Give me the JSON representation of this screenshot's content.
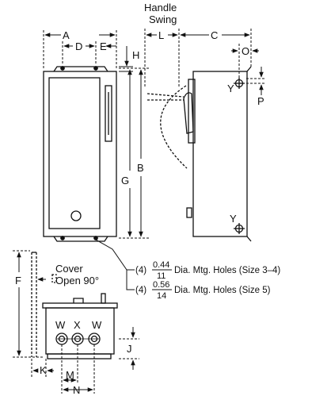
{
  "title": {
    "line1": "Handle",
    "line2": "Swing"
  },
  "dims": {
    "A": "A",
    "B": "B",
    "C": "C",
    "D": "D",
    "E": "E",
    "F": "F",
    "G": "G",
    "H": "H",
    "J": "J",
    "K": "K",
    "L": "L",
    "M": "M",
    "N": "N",
    "O": "O",
    "P": "P"
  },
  "points": {
    "W1": "W",
    "X": "X",
    "W2": "W",
    "Y1": "Y",
    "Y2": "Y"
  },
  "cover": {
    "line1": "Cover",
    "line2": "Open 90°"
  },
  "holes": [
    {
      "qty": "(4)",
      "num": "0.44",
      "den": "11",
      "text": "Dia. Mtg. Holes (Size 3–4)"
    },
    {
      "qty": "(4)",
      "num": "0.56",
      "den": "14",
      "text": "Dia. Mtg. Holes (Size 5)"
    }
  ],
  "colors": {
    "line": "#111111",
    "background": "#ffffff"
  }
}
